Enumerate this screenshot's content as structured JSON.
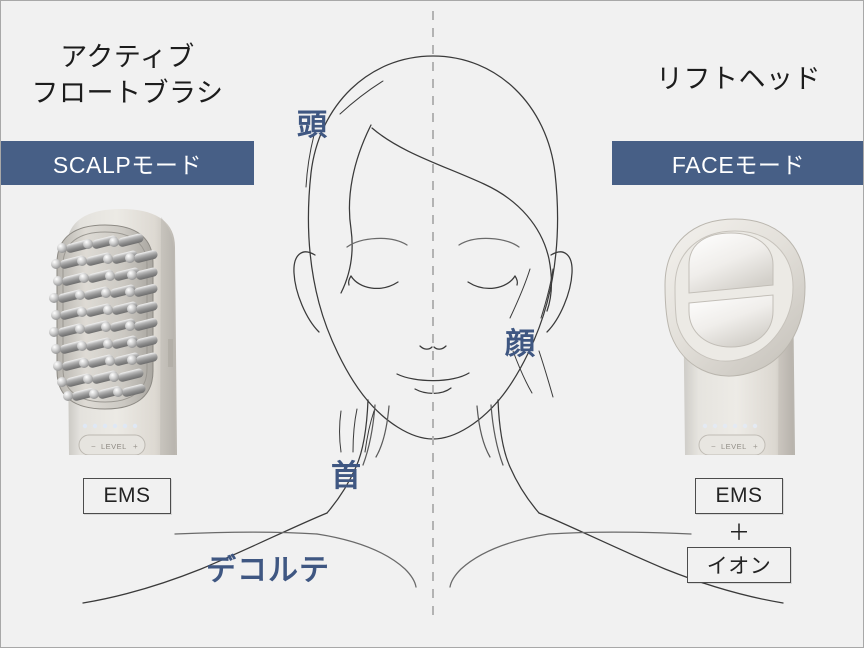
{
  "panel": {
    "background_color": "#f1f1f1",
    "border_color": "#a8a8a8",
    "accent_color": "#475f86",
    "label_color": "#3f5782"
  },
  "left": {
    "attachment_title": "アクティブ\nフロートブラシ",
    "mode_label": "SCALPモード",
    "device": {
      "name": "scalp-brush-attachment",
      "button_label": "LEVEL",
      "button_minus": "−",
      "button_plus": "+",
      "led_count": 6,
      "pin_rows": 10,
      "pin_columns": 4
    },
    "tags": {
      "ems": "EMS"
    }
  },
  "right": {
    "attachment_title": "リフトヘッド",
    "mode_label": "FACEモード",
    "device": {
      "name": "lift-head-attachment",
      "button_label": "LEVEL",
      "button_minus": "−",
      "button_plus": "+",
      "led_count": 6
    },
    "tags": {
      "ems": "EMS",
      "plus": "＋",
      "ion": "イオン"
    }
  },
  "figure": {
    "name": "female-head-and-shoulders-line-drawing",
    "centerline": "dashed-vertical-axis",
    "parts": [
      {
        "key": "head",
        "label": "頭",
        "side": "left"
      },
      {
        "key": "face",
        "label": "顔",
        "side": "right"
      },
      {
        "key": "neck",
        "label": "首",
        "side": "left"
      },
      {
        "key": "decollete",
        "label": "デコルテ",
        "side": "left"
      }
    ]
  }
}
